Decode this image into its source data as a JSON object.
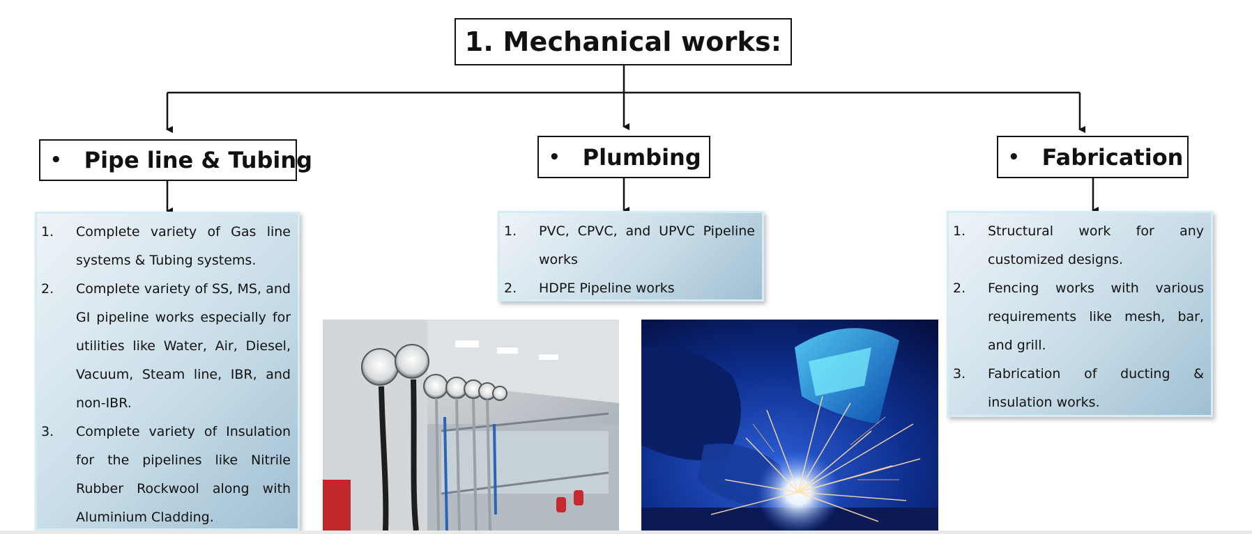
{
  "title": "1. Mechanical works:",
  "branches": [
    {
      "heading": "Pipe line & Tubing",
      "bullet": "•",
      "items": [
        {
          "num": "1.",
          "text": "Complete variety of Gas line systems & Tubing systems."
        },
        {
          "num": "2.",
          "text": "Complete variety of SS, MS, and GI pipeline works especially for utilities like Water, Air, Diesel, Vacuum, Steam line, IBR, and non-IBR."
        },
        {
          "num": "3.",
          "text": "Complete variety of Insulation for the pipelines like Nitrile Rubber Rockwool along with Aluminium Cladding."
        }
      ]
    },
    {
      "heading": "Plumbing",
      "bullet": "•",
      "items": [
        {
          "num": "1.",
          "text": "PVC, CPVC, and UPVC Pipeline works"
        },
        {
          "num": "2.",
          "text": "HDPE Pipeline works"
        }
      ]
    },
    {
      "heading": "Fabrication",
      "bullet": "•",
      "items": [
        {
          "num": "1.",
          "text": "Structural work for any customized designs."
        },
        {
          "num": "2.",
          "text": "Fencing works with various requirements like mesh, bar, and grill."
        },
        {
          "num": "3.",
          "text": "Fabrication of ducting & insulation works."
        }
      ]
    }
  ],
  "photos": [
    {
      "subject": "pipeline-gauges-lab-photo"
    },
    {
      "subject": "welding-sparks-photo"
    }
  ]
}
